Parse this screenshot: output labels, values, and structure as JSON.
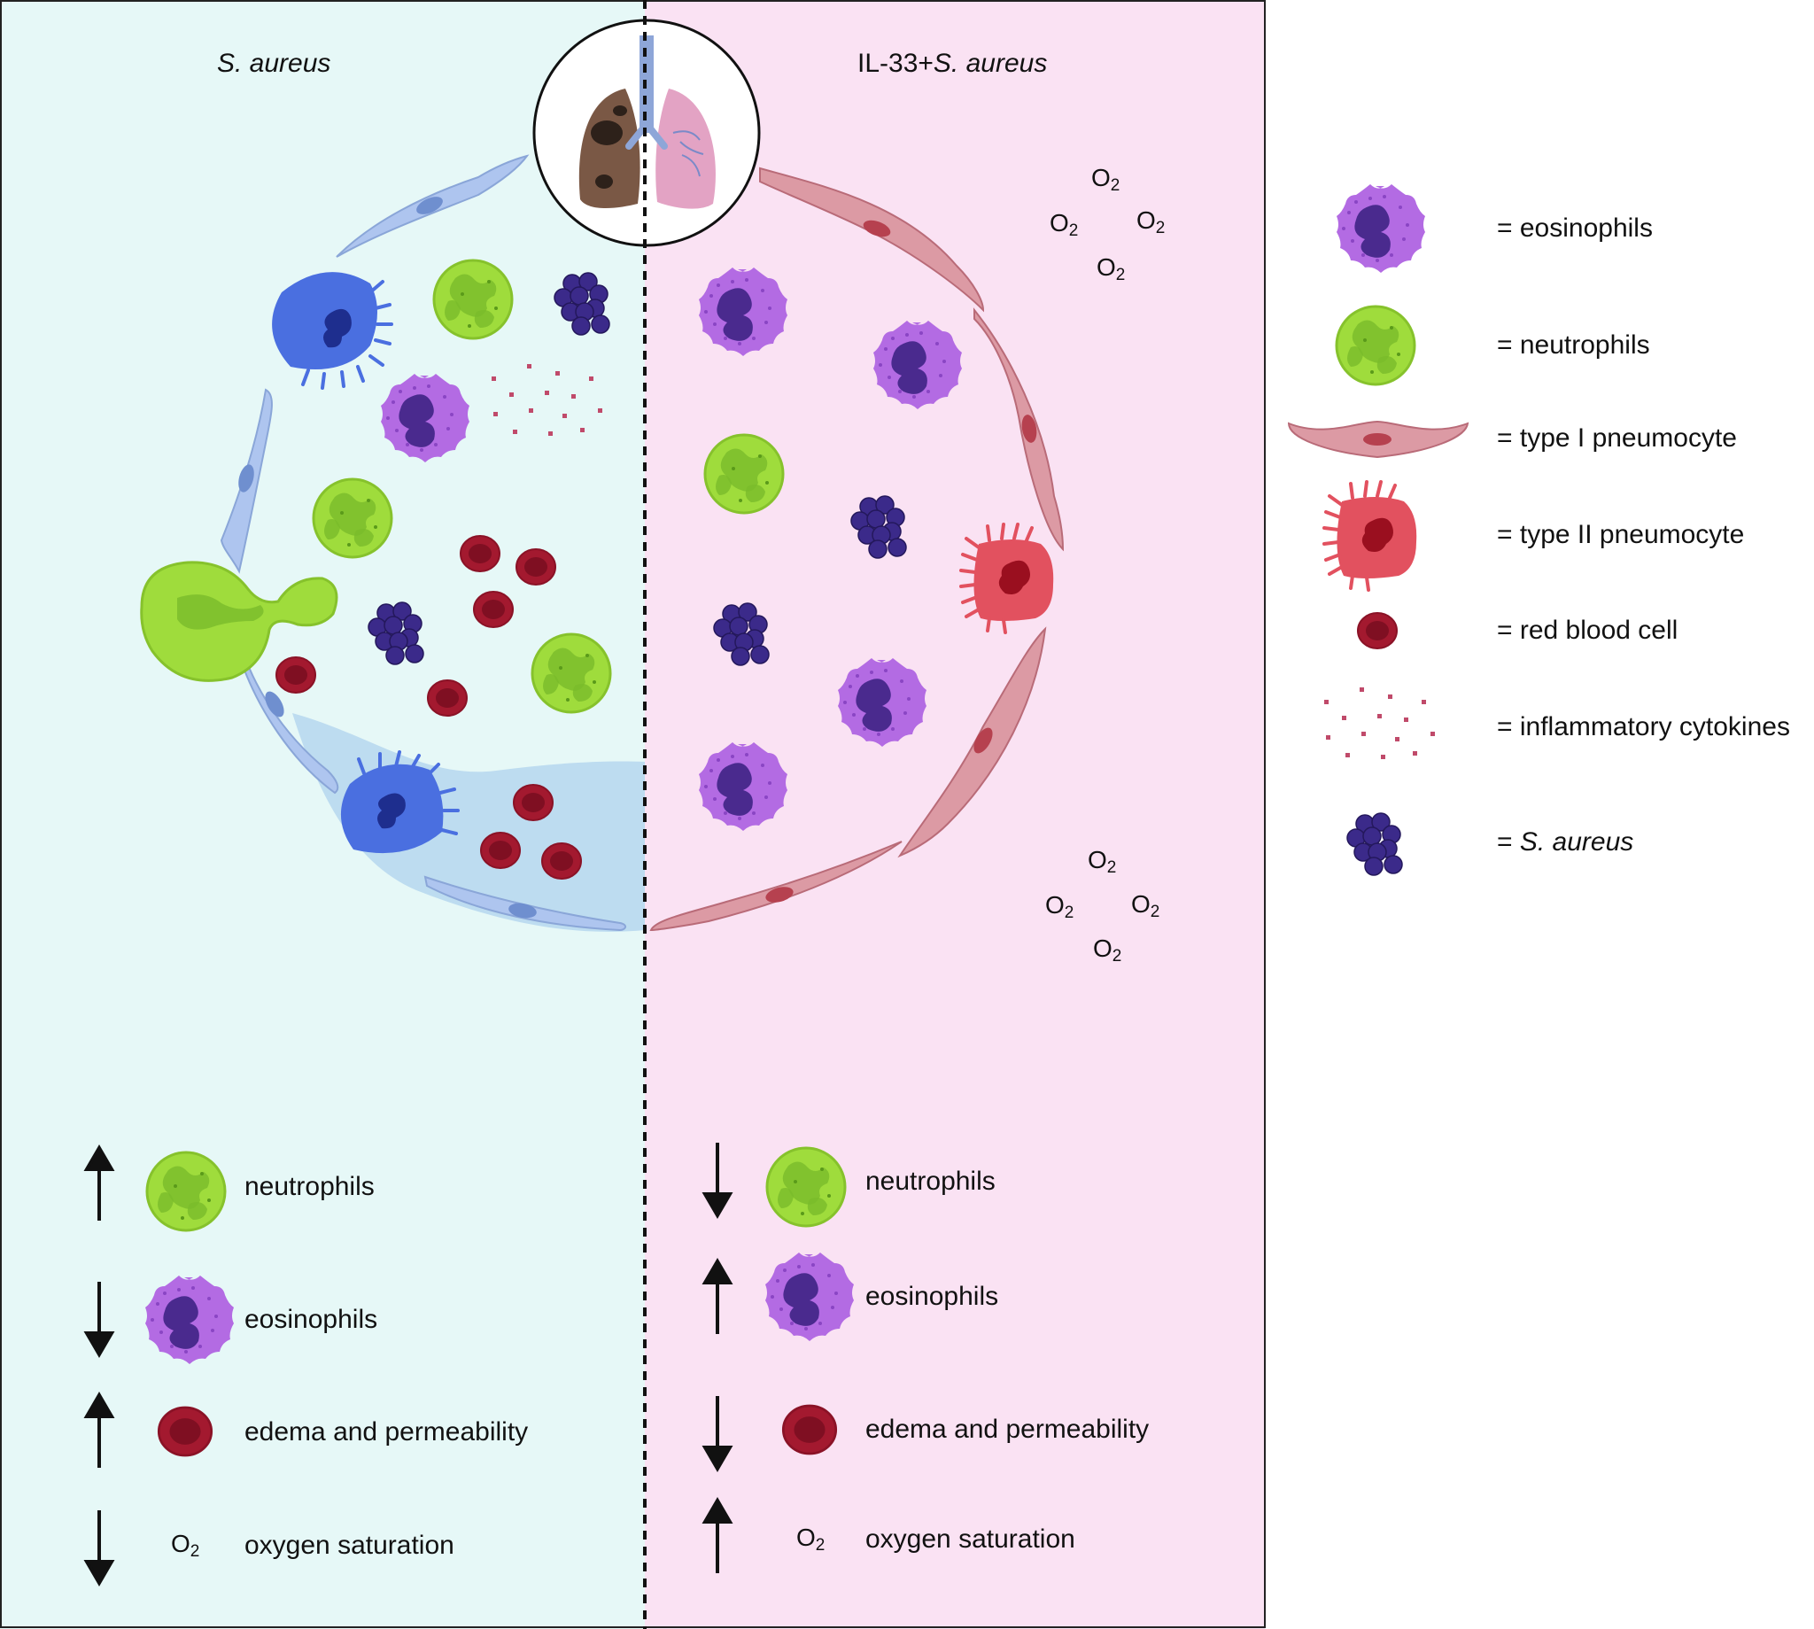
{
  "left_panel": {
    "title": "S. aureus",
    "summary": [
      {
        "direction": "up",
        "icon": "neutrophil",
        "label": "neutrophils"
      },
      {
        "direction": "down",
        "icon": "eosinophil",
        "label": "eosinophils"
      },
      {
        "direction": "up",
        "icon": "red-blood-cell",
        "label": "edema and permeability"
      },
      {
        "direction": "down",
        "icon": "o2",
        "label": "oxygen saturation"
      }
    ]
  },
  "right_panel": {
    "title_prefix": "IL-33+",
    "title_italic": "S. aureus",
    "o2_symbol": "O",
    "o2_subscript": "2",
    "summary": [
      {
        "direction": "down",
        "icon": "neutrophil",
        "label": "neutrophils"
      },
      {
        "direction": "up",
        "icon": "eosinophil",
        "label": "eosinophils"
      },
      {
        "direction": "down",
        "icon": "red-blood-cell",
        "label": "edema and permeability"
      },
      {
        "direction": "up",
        "icon": "o2",
        "label": "oxygen saturation"
      }
    ]
  },
  "legend": [
    {
      "icon": "eosinophil",
      "label": "= eosinophils"
    },
    {
      "icon": "neutrophil",
      "label": "= neutrophils"
    },
    {
      "icon": "type-1-pneumocyte",
      "label": "= type I pneumocyte"
    },
    {
      "icon": "type-2-pneumocyte",
      "label": "= type II pneumocyte"
    },
    {
      "icon": "red-blood-cell",
      "label": "= red blood cell"
    },
    {
      "icon": "cytokines",
      "label": "= inflammatory cytokines"
    },
    {
      "icon": "s-aureus",
      "label_prefix": "= ",
      "label_italic": "S. aureus"
    }
  ],
  "colors": {
    "left_bg": "#e6f8f7",
    "right_bg": "#fae2f3",
    "neutrophil": "#9fdc3c",
    "eosinophil": "#b36be3",
    "red_blood_cell": "#a3192f",
    "s_aureus": "#3b2a8a",
    "type1_left": "#aec5ef",
    "type1_right": "#dc9aa4",
    "type2_left": "#4a6fe0",
    "type2_right": "#e2515f",
    "edema": "#bddcf0"
  }
}
